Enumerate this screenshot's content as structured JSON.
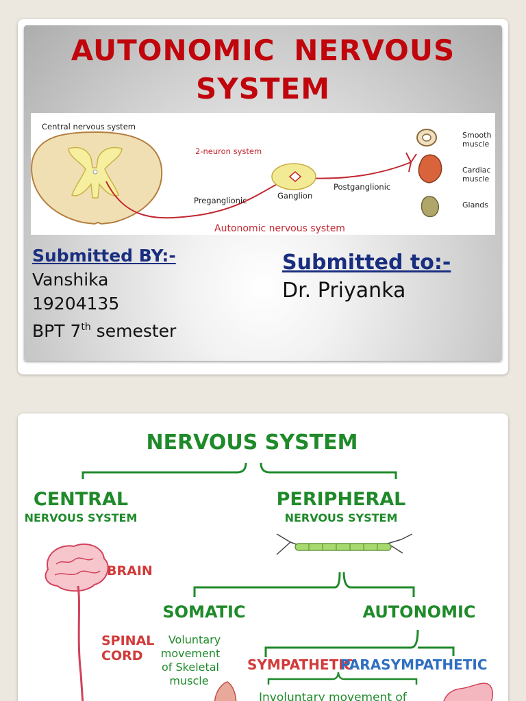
{
  "slide1": {
    "title_line1": "AUTONOMIC  NERVOUS",
    "title_line2": "SYSTEM",
    "diagram": {
      "central_nervous_system": "Central nervous system",
      "two_neuron_system": "2-neuron system",
      "preganglionic": "Preganglionic",
      "ganglion": "Ganglion",
      "postganglionic": "Postganglionic",
      "smooth_muscle_line1": "Smooth",
      "smooth_muscle_line2": "muscle",
      "cardiac_muscle_line1": "Cardiac",
      "cardiac_muscle_line2": "muscle",
      "glands": "Glands",
      "caption": "Autonomic nervous system"
    },
    "submitted_by": {
      "heading": "Submitted BY:-",
      "name": "Vanshika",
      "roll": "19204135",
      "course_prefix": "BPT 7",
      "course_sup": "th",
      "course_suffix": " semester"
    },
    "submitted_to": {
      "heading": "Submitted to:-",
      "name": "Dr. Priyanka"
    }
  },
  "slide2": {
    "nervous_system": "NERVOUS SYSTEM",
    "central": "CENTRAL",
    "central_sub": "NERVOUS SYSTEM",
    "peripheral": "PERIPHERAL",
    "peripheral_sub": "NERVOUS SYSTEM",
    "brain": "BRAIN",
    "spinal_line1": "SPINAL",
    "spinal_line2": "CORD",
    "somatic": "SOMATIC",
    "somatic_desc1": "Voluntary",
    "somatic_desc2": "movement",
    "somatic_desc3": "of Skeletal",
    "somatic_desc4": "muscle",
    "autonomic": "AUTONOMIC",
    "sympathetic": "SYMPATHETIC",
    "parasympathetic": "PARASYMPATHETIC",
    "involuntary": "Involuntary movement of",
    "colors": {
      "green": "#1f8a2a",
      "red": "#d23a3a",
      "blue": "#2f6fc0"
    }
  }
}
